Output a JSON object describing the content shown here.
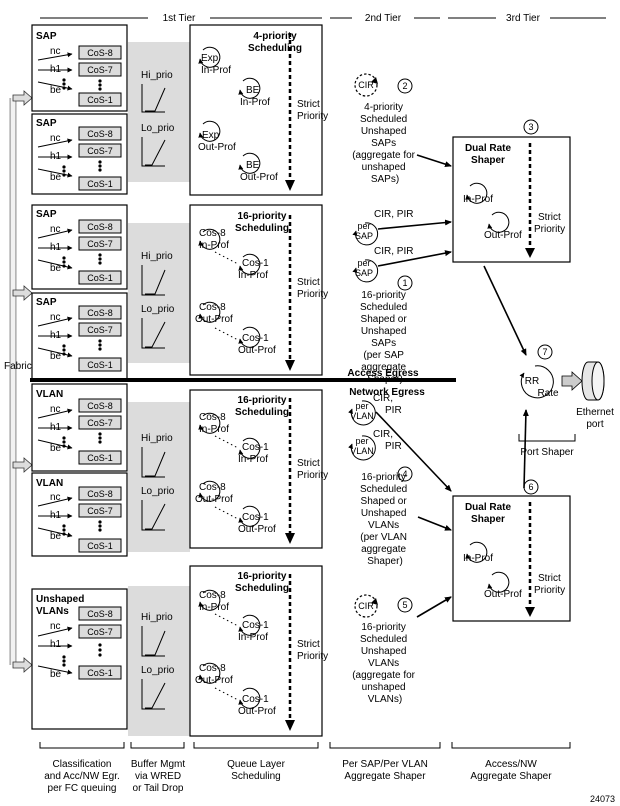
{
  "tiers": {
    "first": "1st Tier",
    "second": "2nd Tier",
    "third": "3rd Tier"
  },
  "sap_label": "SAP",
  "vlan_label": "VLAN",
  "unshaped_label_1": "Unshaped",
  "unshaped_label_2": "VLANs",
  "fc": {
    "nc": "nc",
    "h1": "h1",
    "be": "be"
  },
  "cos": {
    "cos8": "CoS-8",
    "cos7": "CoS-7",
    "cos1": "CoS-1"
  },
  "wred": {
    "hi": "Hi_prio",
    "lo": "Lo_prio"
  },
  "sched4": {
    "title_1": "4-priority",
    "title_2": "Scheduling",
    "exp_in_1": "Exp",
    "exp_in_2": "In-Prof",
    "be_in_1": "BE",
    "be_in_2": "In-Prof",
    "exp_out_1": "Exp",
    "exp_out_2": "Out-Prof",
    "be_out_1": "BE",
    "be_out_2": "Out-Prof"
  },
  "sched16": {
    "title_1": "16-priority",
    "title_2": "Scheduling",
    "cos8_in_1": "Cos-8",
    "cos8_in_2": "In-Prof",
    "cos1_in_1": "Cos-1",
    "cos1_in_2": "In-Prof",
    "cos8_out_1": "Cos-8",
    "cos8_out_2": "Out-Prof",
    "cos1_out_1": "Cos-1",
    "cos1_out_2": "Out-Prof"
  },
  "strict_1": "Strict",
  "strict_2": "Priority",
  "cir": "CIR",
  "cir_pir": "CIR, PIR",
  "cir_c": "CIR,",
  "pir": "PIR",
  "per": "per",
  "sap_s": "SAP",
  "vlan_s": "VLAN",
  "tier2_a": [
    "4-priority",
    "Scheduled",
    "Unshaped",
    "SAPs",
    "(aggregate for",
    "unshaped",
    "SAPs)"
  ],
  "tier2_b": [
    "16-priority",
    "Scheduled",
    "Shaped or",
    "Unshaped",
    "SAPs",
    "(per SAP",
    "aggregate",
    "Shaper)"
  ],
  "tier2_c": [
    "16-priority",
    "Scheduled",
    "Shaped or",
    "Unshaped",
    "VLANs",
    "(per VLAN",
    "aggregate",
    "Shaper)"
  ],
  "tier2_d": [
    "16-priority",
    "Scheduled",
    "Unshaped",
    "VLANs",
    "(aggregate for",
    "unshaped",
    "VLANs)"
  ],
  "markers": {
    "m1": "1",
    "m2": "2",
    "m3": "3",
    "m4": "4",
    "m5": "5",
    "m6": "6",
    "m7": "7"
  },
  "dual_1": "Dual Rate",
  "dual_2": "Shaper",
  "in_prof": "In-Prof",
  "out_prof": "Out-Prof",
  "access_egress": "Access Egress",
  "network_egress": "Network Egress",
  "fabric": "Fabric",
  "rr": "RR",
  "rate": "Rate",
  "ethernet_1": "Ethernet",
  "ethernet_2": "port",
  "port_shaper": "Port Shaper",
  "bottom": {
    "c1": [
      "Classification",
      "and Acc/NW Egr.",
      "per FC queuing"
    ],
    "c2": [
      "Buffer Mgmt",
      "via WRED",
      "or Tail Drop"
    ],
    "c3": [
      "Queue Layer",
      "Scheduling"
    ],
    "c4": [
      "Per SAP/Per VLAN",
      "Aggregate Shaper"
    ],
    "c5": [
      "Access/NW",
      "Aggregate Shaper"
    ]
  },
  "figure_id": "24073"
}
